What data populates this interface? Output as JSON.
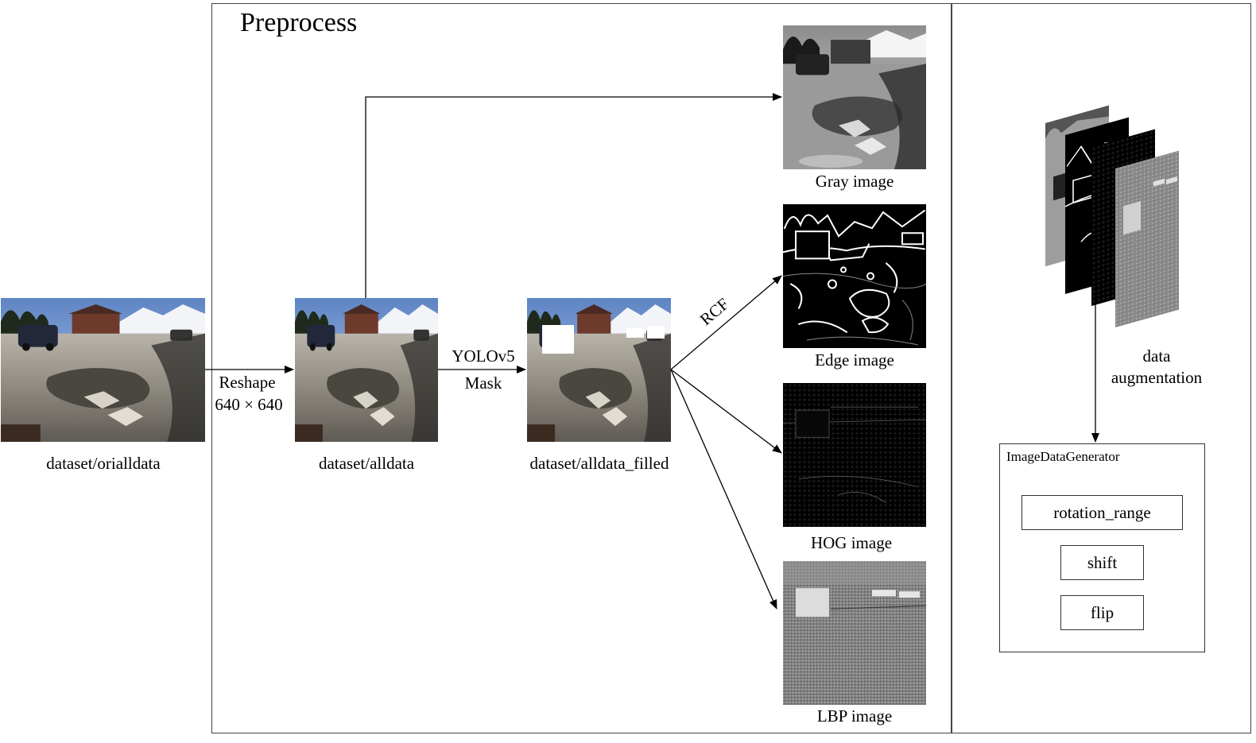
{
  "preprocess_title": "Preprocess",
  "images": {
    "orialldata": "dataset/orialldata",
    "alldata": "dataset/alldata",
    "alldata_filled": "dataset/alldata_filled",
    "gray": "Gray image",
    "edge": "Edge image",
    "hog": "HOG image",
    "lbp": "LBP image"
  },
  "arrows": {
    "reshape_line1": "Reshape",
    "reshape_line2": "640 × 640",
    "yolo_line1": "YOLOv5",
    "yolo_line2": "Mask",
    "rcf": "RCF"
  },
  "augmentation": {
    "label_line1": "data",
    "label_line2": "augmentation",
    "generator_title": "ImageDataGenerator",
    "options": [
      "rotation_range",
      "shift",
      "flip"
    ]
  }
}
